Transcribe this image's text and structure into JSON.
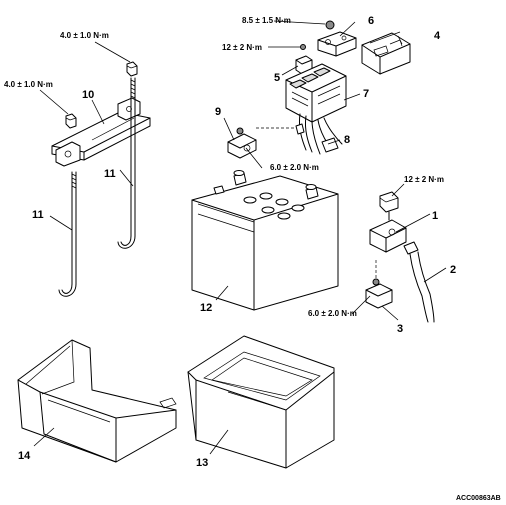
{
  "torques": {
    "nut_8_5": "8.5 ± 1.5 N·m",
    "nut_12_upper": "12 ± 2 N·m",
    "bolt_4_0_top": "4.0 ± 1.0 N·m",
    "bolt_4_0_left": "4.0 ± 1.0 N·m",
    "clamp_6_0_upper": "6.0 ± 2.0 N·m",
    "nut_12_right": "12 ± 2 N·m",
    "clamp_6_0_lower": "6.0 ± 2.0 N·m"
  },
  "part_numbers": {
    "p1": "1",
    "p2": "2",
    "p3": "3",
    "p4": "4",
    "p5": "5",
    "p6": "6",
    "p7": "7",
    "p8": "8",
    "p9": "9",
    "p10": "10",
    "p11a": "11",
    "p11b": "11",
    "p12": "12",
    "p13": "13",
    "p14": "14"
  },
  "figure_code": "ACC00863AB"
}
